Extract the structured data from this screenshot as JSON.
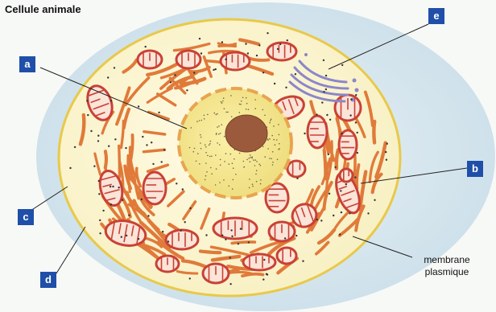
{
  "title": "Cellule animale",
  "labels": {
    "a": "a",
    "b": "b",
    "c": "c",
    "d": "d",
    "e": "e"
  },
  "membrane_caption": {
    "line1": "membrane",
    "line2": "plasmique"
  },
  "colors": {
    "label_box": "#1f4fa8",
    "cytoplasm": "#fbf6cf",
    "nucleus": "#f4e58a",
    "nucleolus": "#9b5a3c",
    "mitochondria": "#c94135",
    "reticulum": "#e07a3a",
    "golgi": "#8c86c9",
    "outer_halo": "#cfe3ee"
  }
}
